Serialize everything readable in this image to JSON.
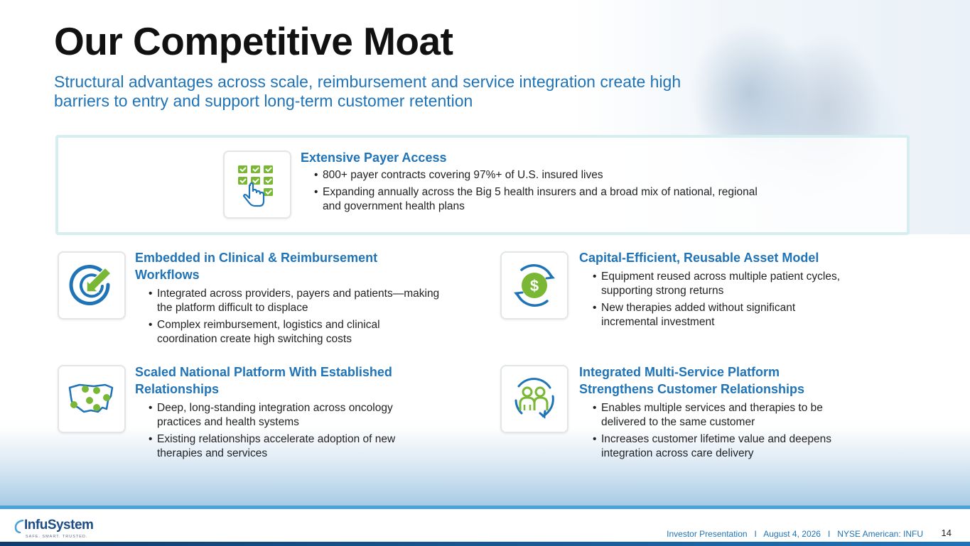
{
  "title": "Our Competitive Moat",
  "subtitle": "Structural advantages across scale, reimbursement and service integration create high barriers to entry and support long-term customer retention",
  "sections": {
    "payer": {
      "heading": "Extensive Payer Access",
      "icon": "checklist-hand-icon",
      "bullets": [
        "800+ payer contracts covering 97%+ of U.S. insured lives",
        "Expanding annually across the Big 5 health insurers and a broad mix of national, regional and government health plans"
      ]
    },
    "embedded": {
      "heading": "Embedded in Clinical & Reimbursement Workflows",
      "icon": "target-arrow-icon",
      "bullets": [
        "Integrated across providers, payers and patients—making the platform difficult to displace",
        "Complex reimbursement, logistics and clinical coordination create high switching costs"
      ]
    },
    "capital": {
      "heading": "Capital-Efficient, Reusable Asset Model",
      "icon": "dollar-cycle-icon",
      "bullets": [
        "Equipment reused across multiple patient cycles, supporting strong returns",
        "New therapies added without significant incremental investment"
      ]
    },
    "national": {
      "heading": "Scaled National Platform With Established Relationships",
      "icon": "us-map-icon",
      "bullets": [
        "Deep, long-standing integration across oncology practices and health systems",
        "Existing relationships accelerate adoption of new therapies and services"
      ]
    },
    "integrated": {
      "heading": "Integrated Multi-Service Platform Strengthens Customer Relationships",
      "icon": "people-cycle-icon",
      "bullets": [
        "Enables multiple services and therapies to be delivered to the same customer",
        "Increases customer lifetime value and deepens integration across care delivery"
      ]
    }
  },
  "footer": {
    "logo": "InfuSystem",
    "tagline": "SAFE. SMART. TRUSTED.",
    "text": "Investor Presentation   I   August 4, 2026   I   NYSE American: INFU",
    "page": "14"
  },
  "colors": {
    "accent": "#1f73b7",
    "green": "#7ab734",
    "panel_border": "#d6eef0"
  }
}
